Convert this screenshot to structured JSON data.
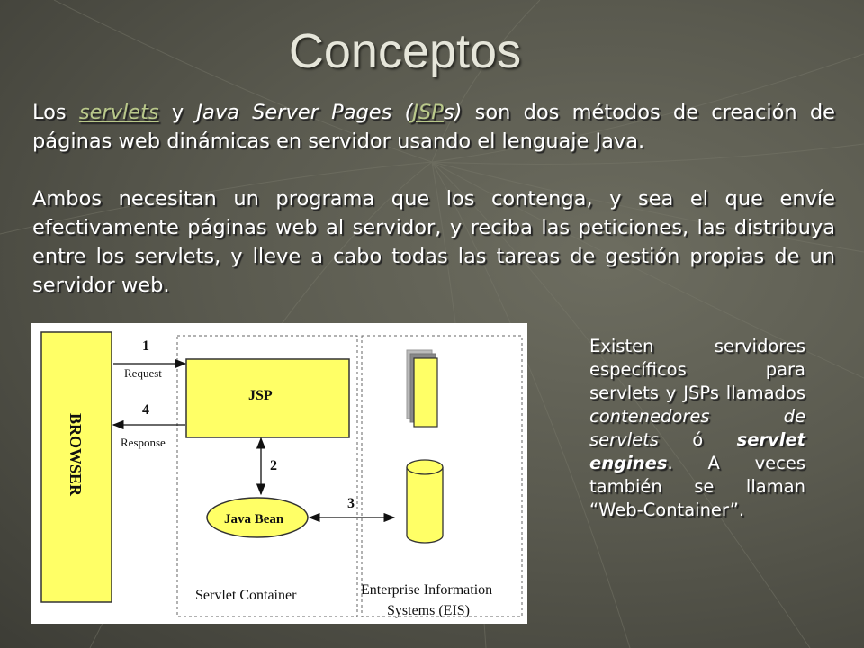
{
  "slide": {
    "title": "Conceptos",
    "paragraph1": {
      "t1": "Los ",
      "link_servlets": "servlets",
      "t2": " y ",
      "jsp_prefix": "Java Server Pages (",
      "link_jsp": "JSP",
      "jsp_suffix": "s)",
      "t3": " son dos métodos de creación de páginas web dinámicas en servidor usando el lenguaje Java."
    },
    "paragraph2": "Ambos necesitan un programa que los contenga, y sea el que envíe efectivamente páginas web al servidor, y reciba las peticiones, las distribuya entre los servlets, y lleve a cabo todas las tareas de gestión propias de un servidor web.",
    "side_text": {
      "t1": "Existen servidores específicos para servlets y JSPs llamados ",
      "italic": "contenedores de servlets",
      "t2": " ó ",
      "bold_italic": "servlet engines",
      "t3": ". A veces también se llaman “Web-Container”."
    }
  },
  "diagram": {
    "browser_label": "BROWSER",
    "step1": "1",
    "request_label": "Request",
    "step4": "4",
    "response_label": "Response",
    "jsp_label": "JSP",
    "step2": "2",
    "javabean_label": "Java Bean",
    "step3": "3",
    "container_label": "Servlet Container",
    "eis_line1": "Enterprise Information",
    "eis_line2": "Systems (EIS)"
  },
  "colors": {
    "box_fill": "#ffff66",
    "link": "#b9c88a",
    "text": "#ffffff"
  }
}
